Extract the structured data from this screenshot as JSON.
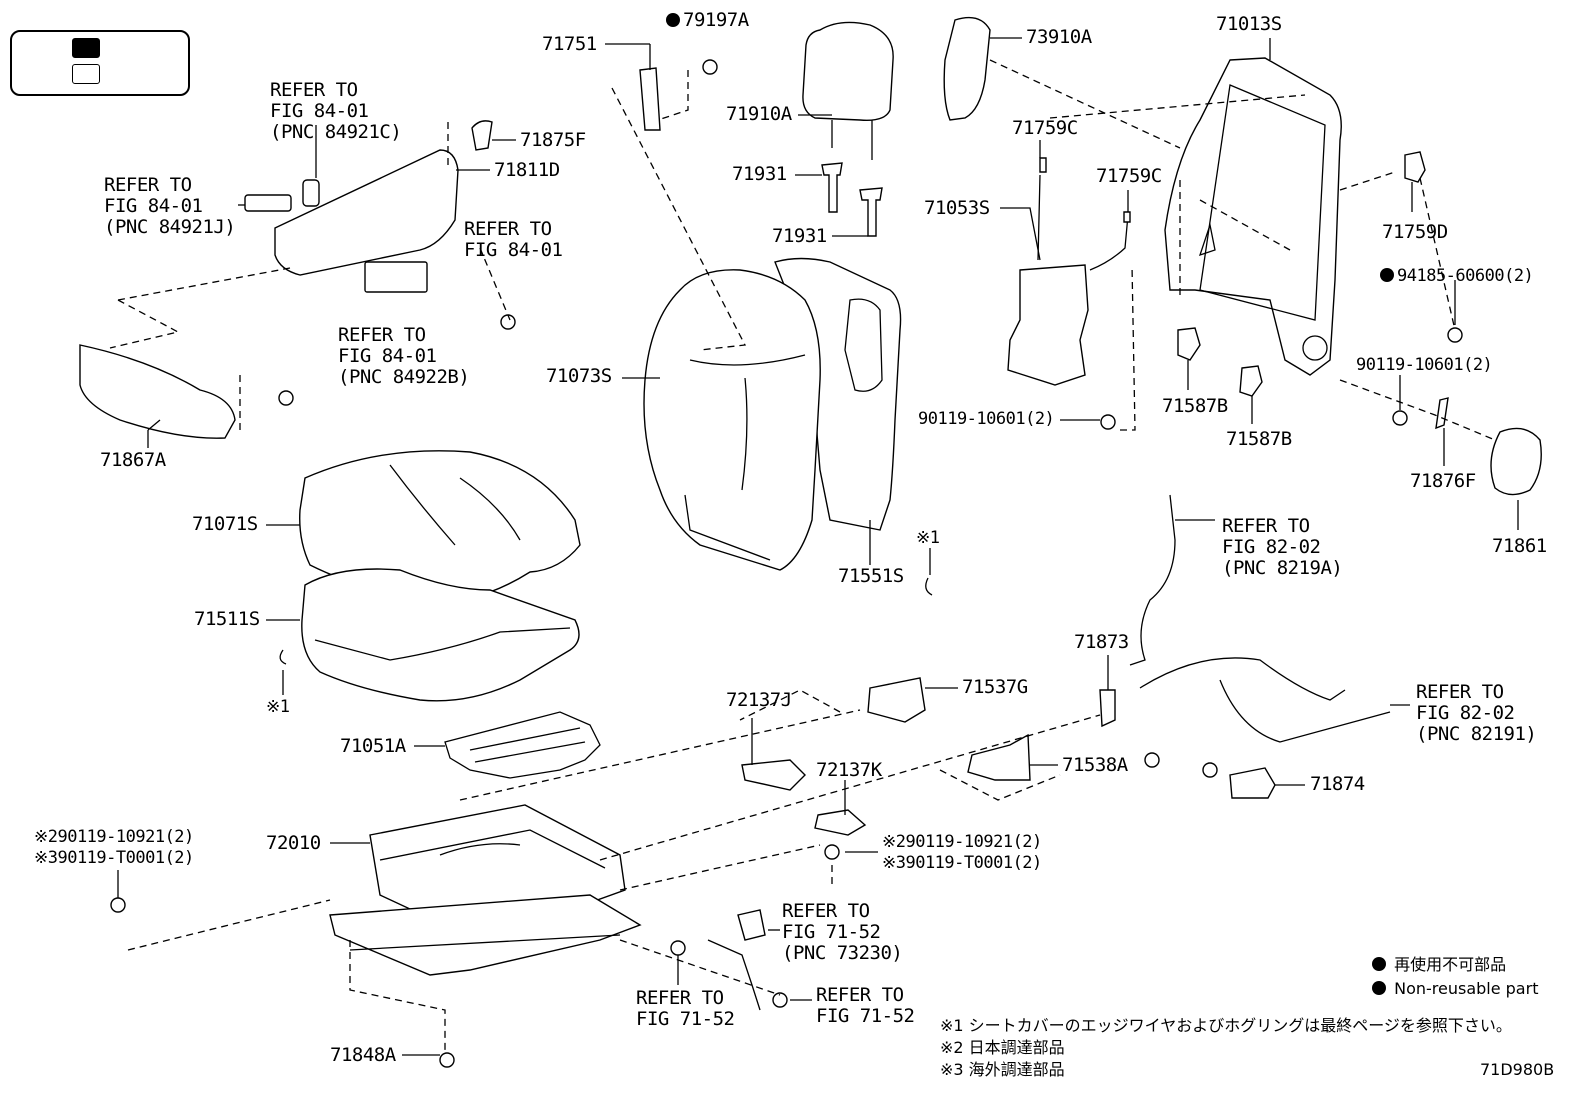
{
  "diagram_code": "71D980B",
  "parts": {
    "p79197A": "79197A",
    "p71751": "71751",
    "p71910A": "71910A",
    "p71931a": "71931",
    "p71931b": "71931",
    "p73910A": "73910A",
    "p71013S": "71013S",
    "p71759Ca": "71759C",
    "p71759Cb": "71759C",
    "p71053S": "71053S",
    "p71759D": "71759D",
    "p94185": "94185-60600(2)",
    "p90119a": "90119-10601(2)",
    "p90119b": "90119-10601(2)",
    "p71587Ba": "71587B",
    "p71587Bb": "71587B",
    "p71876F": "71876F",
    "p71861": "71861",
    "p71875F": "71875F",
    "p71811D": "71811D",
    "p71867A": "71867A",
    "p71073S": "71073S",
    "p71071S": "71071S",
    "p71511S": "71511S",
    "p71551S": "71551S",
    "p71051A": "71051A",
    "p72137J": "72137J",
    "p71537G": "71537G",
    "p72137K": "72137K",
    "p71873": "71873",
    "p71538A": "71538A",
    "p71874": "71874",
    "p72010": "72010",
    "p71848A": "71848A",
    "pbolt_l": "※290119-10921(2)\n※390119-T0001(2)",
    "pbolt_c": "※290119-10921(2)\n※390119-T0001(2)",
    "x1a": "※1",
    "x1b": "※1"
  },
  "refs": {
    "r1": "REFER TO\nFIG 84-01\n(PNC 84921C)",
    "r2": "REFER TO\nFIG 84-01\n(PNC 84921J)",
    "r3": "REFER TO\nFIG 84-01",
    "r4": "REFER TO\nFIG 84-01\n(PNC 84922B)",
    "r5": "REFER TO\nFIG 82-02\n(PNC 8219A)",
    "r6": "REFER TO\nFIG 82-02\n(PNC 82191)",
    "r7": "REFER TO\nFIG 71-52\n(PNC 73230)",
    "r8": "REFER TO\nFIG 71-52",
    "r9": "REFER TO\nFIG 71-52"
  },
  "legend": {
    "nonreuse_jp": "再使用不可部品",
    "nonreuse_en": "Non-reusable part"
  },
  "notes": {
    "n1": "※1 シートカバーのエッジワイヤおよびホグリングは最終ページを参照下さい。",
    "n2": "※2 日本調達部品",
    "n3": "※3 海外調達部品"
  }
}
